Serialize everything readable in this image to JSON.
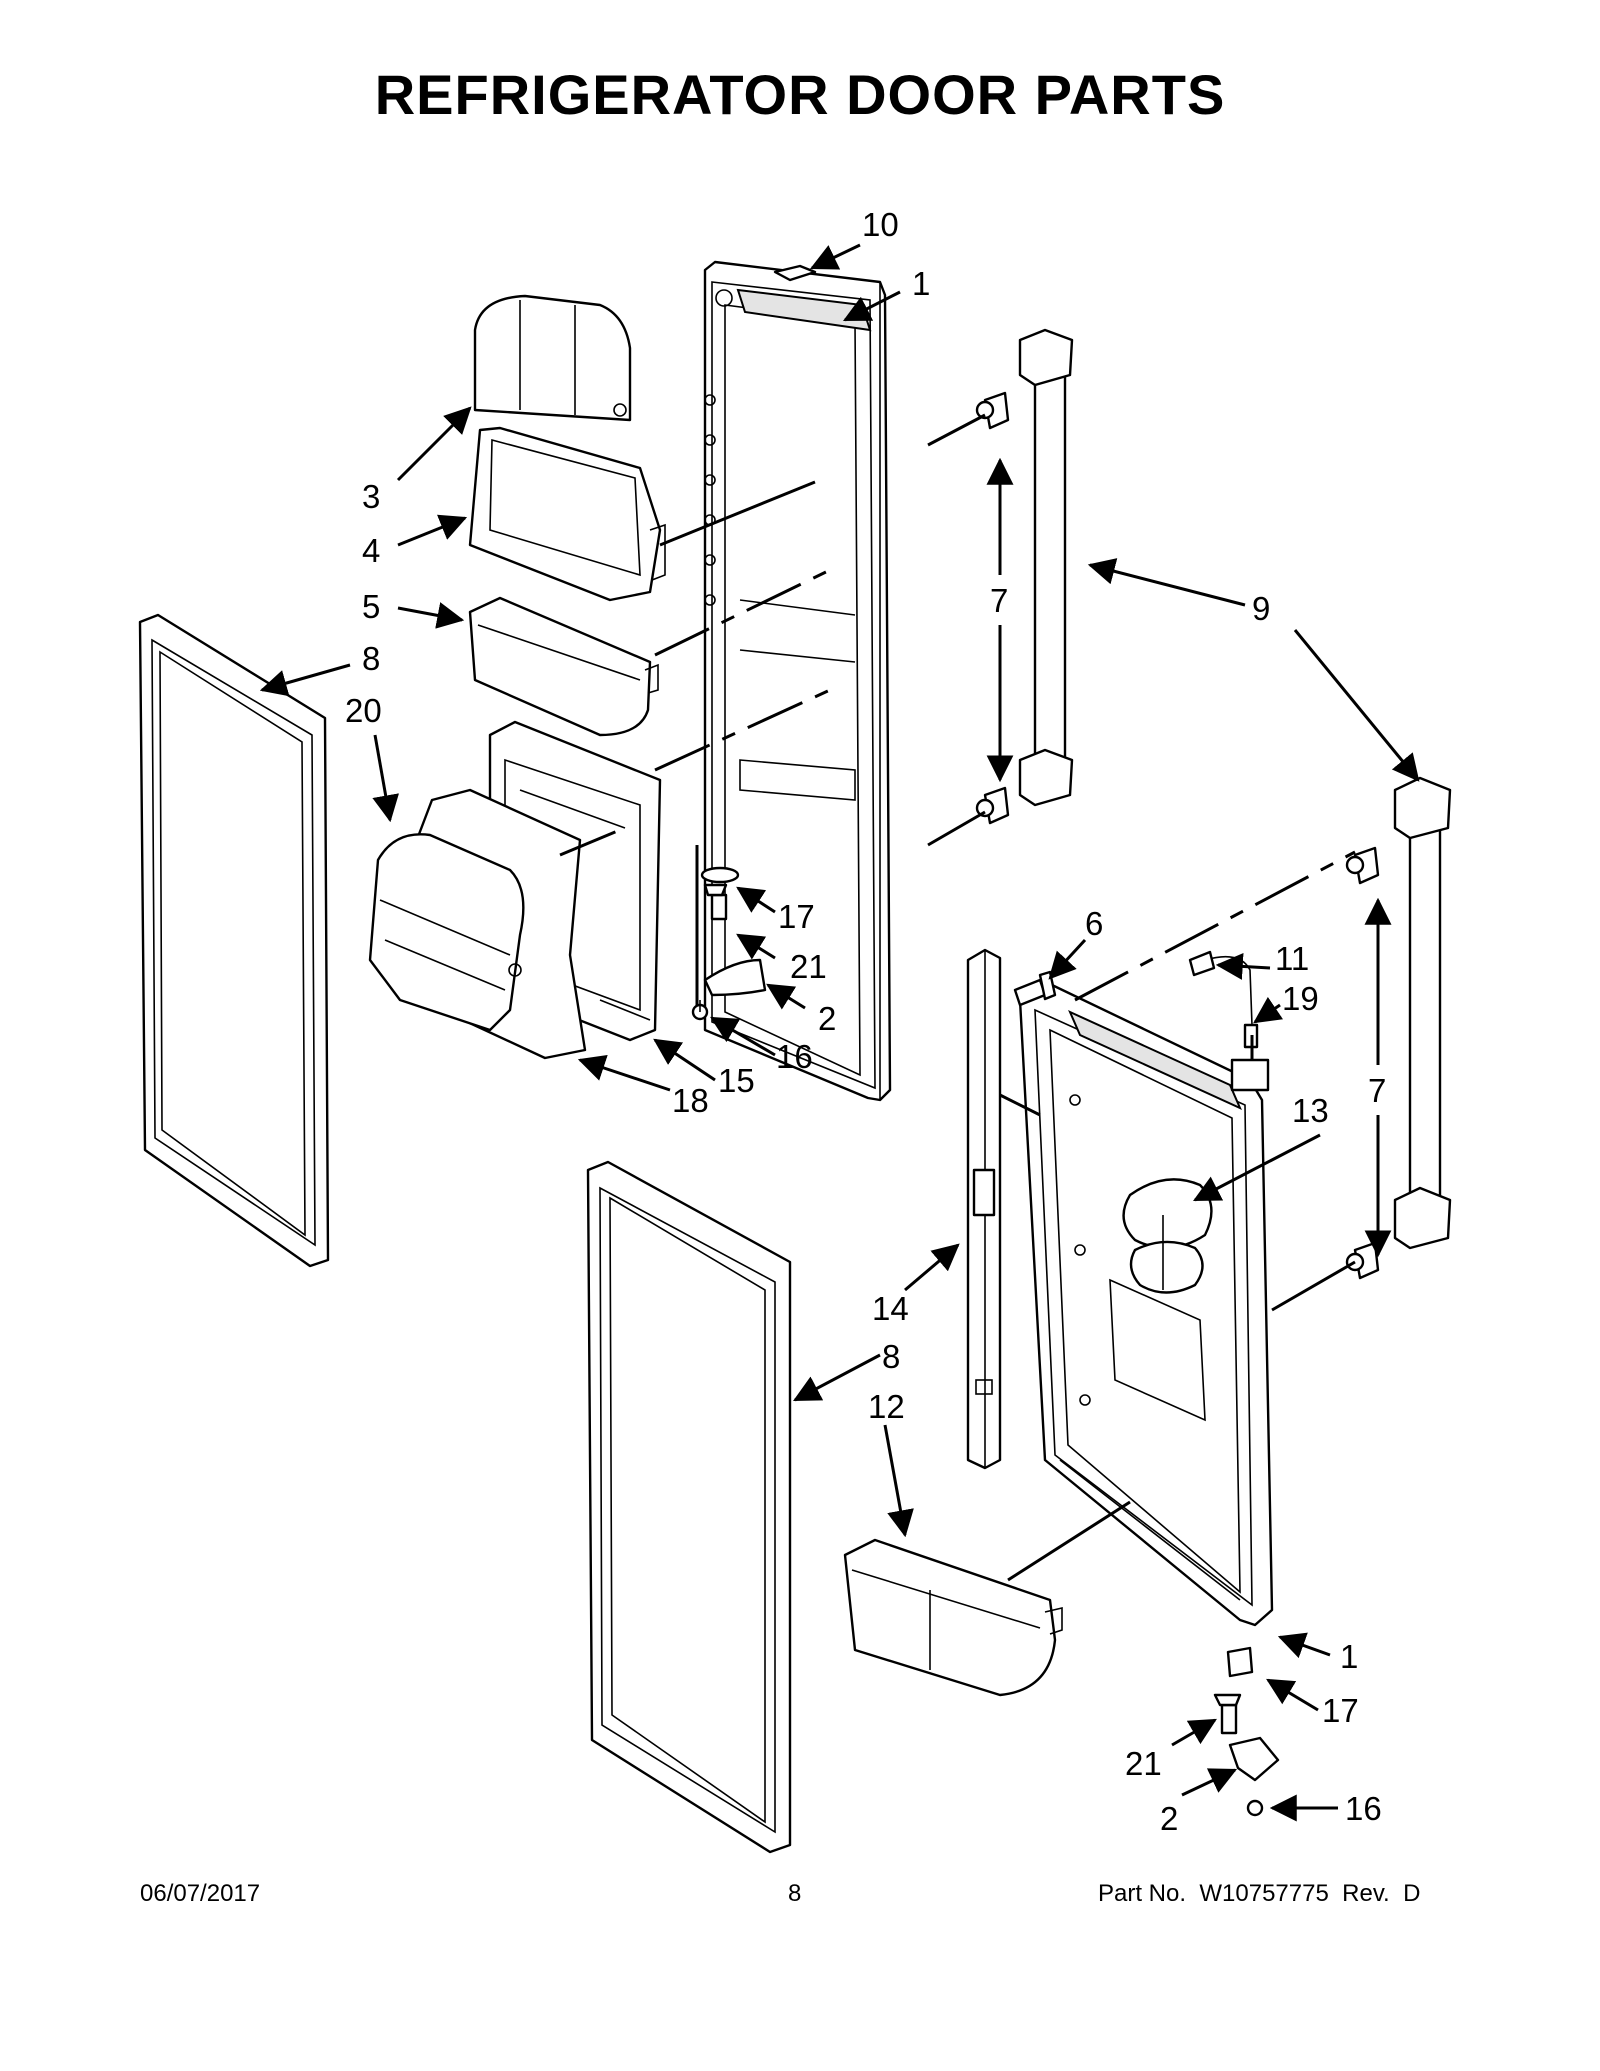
{
  "page": {
    "title": "REFRIGERATOR DOOR PARTS",
    "footer": {
      "date": "06/07/2017",
      "page_number": "8",
      "part_label": "Part No.",
      "part_number": "W10757775",
      "rev_label": "Rev.",
      "rev_value": "D"
    }
  },
  "callouts": {
    "c10": "10",
    "c1_top": "1",
    "c3": "3",
    "c4": "4",
    "c5": "5",
    "c8_top": "8",
    "c20": "20",
    "c7_top": "7",
    "c9": "9",
    "c17_top": "17",
    "c21_top": "21",
    "c2_top": "2",
    "c16_top": "16",
    "c15": "15",
    "c18": "18",
    "c6": "6",
    "c11": "11",
    "c19": "19",
    "c7_bottom": "7",
    "c13": "13",
    "c14": "14",
    "c8_bottom": "8",
    "c12": "12",
    "c1_bottom": "1",
    "c17_bottom": "17",
    "c21_bottom": "21",
    "c2_bottom": "2",
    "c16_bottom": "16"
  },
  "colors": {
    "line": "#000000",
    "background": "#ffffff",
    "shade": "#e4e4e4"
  }
}
